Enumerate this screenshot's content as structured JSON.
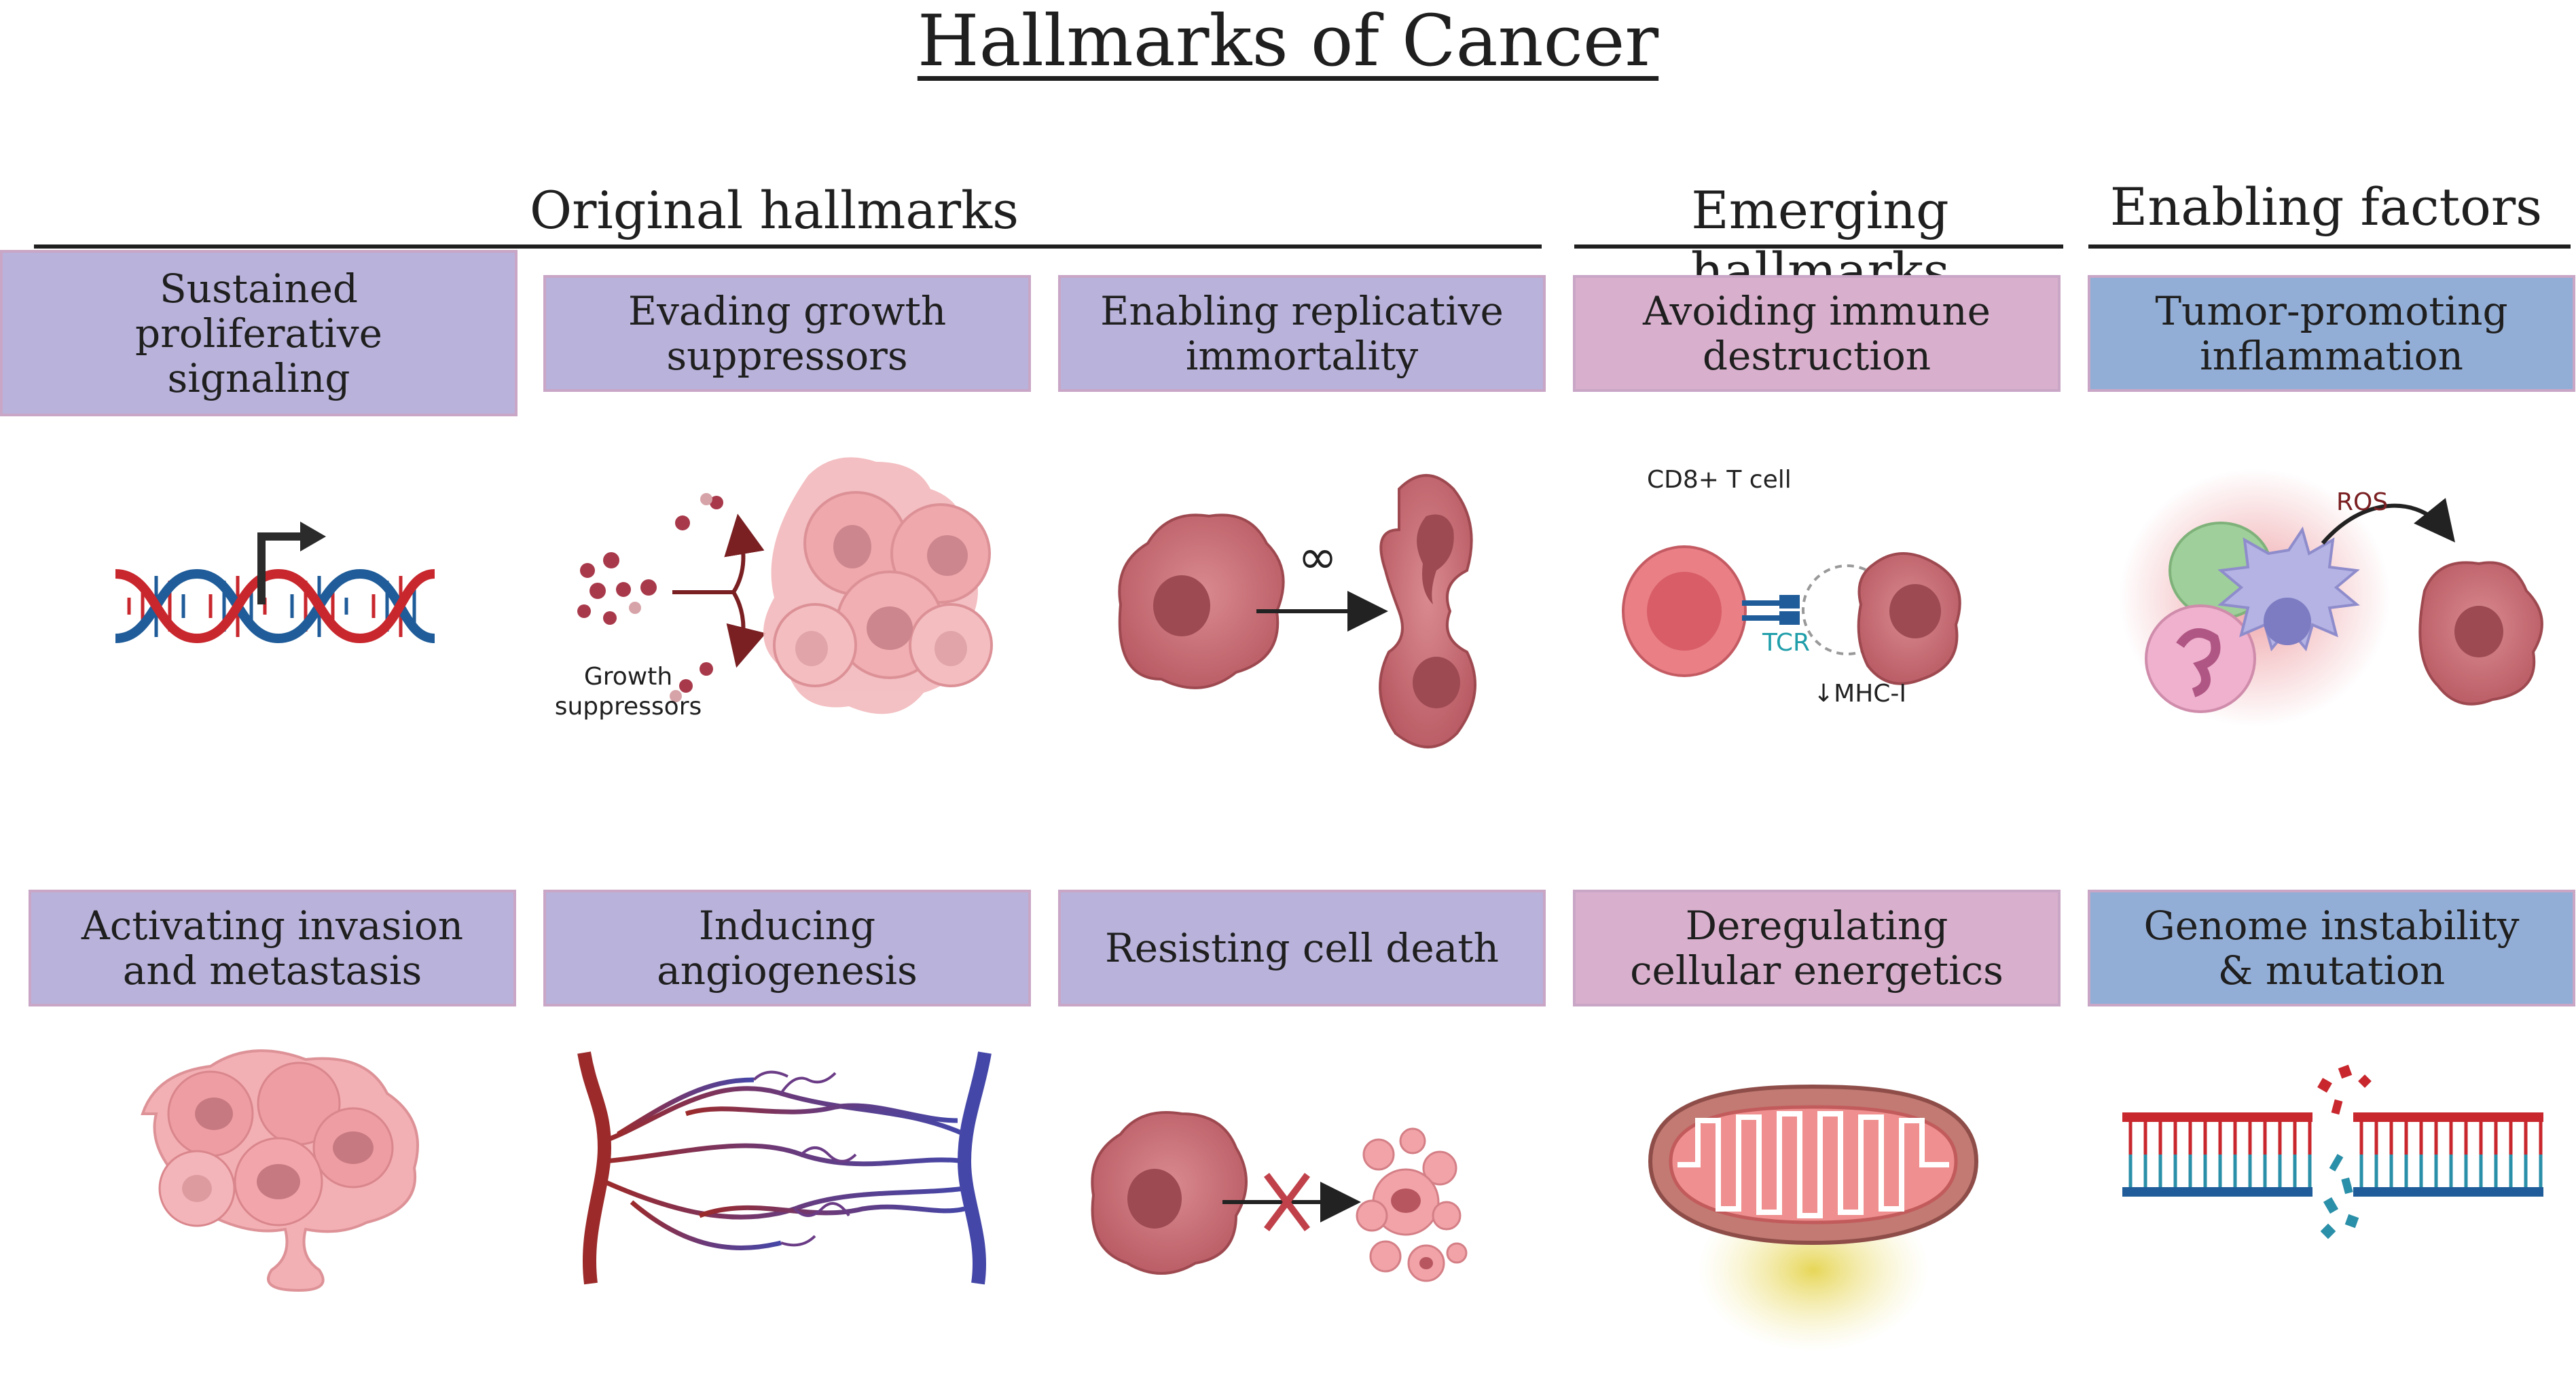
{
  "title": "Hallmarks of Cancer",
  "sections": {
    "original": "Original hallmarks",
    "emerging": "Emerging hallmarks",
    "enabling": "Enabling factors"
  },
  "hallmarks": {
    "sustained": "Sustained\nproliferative\nsignaling",
    "evading": "Evading growth\nsuppressors",
    "replicative": "Enabling replicative\nimmortality",
    "immune": "Avoiding immune\ndestruction",
    "inflammation": "Tumor-promoting\ninflammation",
    "invasion": "Activating invasion\nand metastasis",
    "angiogenesis": "Inducing\nangiogenesis",
    "cell_death": "Resisting cell death",
    "energetics": "Deregulating\ncellular energetics",
    "genome": "Genome instability\n& mutation"
  },
  "labels": {
    "growth_suppressors": "Growth\nsuppressors",
    "infinity": "∞",
    "cd8": "CD8+ T cell",
    "tcr": "TCR",
    "mhc": "↓MHC-I",
    "ros": "ROS"
  },
  "colors": {
    "original_box": "#b9b2da",
    "emerging_box": "#d8b0cd",
    "enabling_box": "#93aed6",
    "cancer_cell": "#c96c74",
    "dna_red": "#c8272d",
    "dna_blue": "#1f5c99",
    "artery": "#9c2a2a",
    "vein": "#4547a8",
    "tcr": "#1f9eaa"
  },
  "icons": [
    "dna-icon",
    "cancer-cell-icon",
    "tumor-cluster-icon",
    "t-cell-icon",
    "immune-cells-icon",
    "blood-vessel-icon",
    "apoptosis-icon",
    "mitochondria-icon",
    "broken-dna-icon"
  ]
}
